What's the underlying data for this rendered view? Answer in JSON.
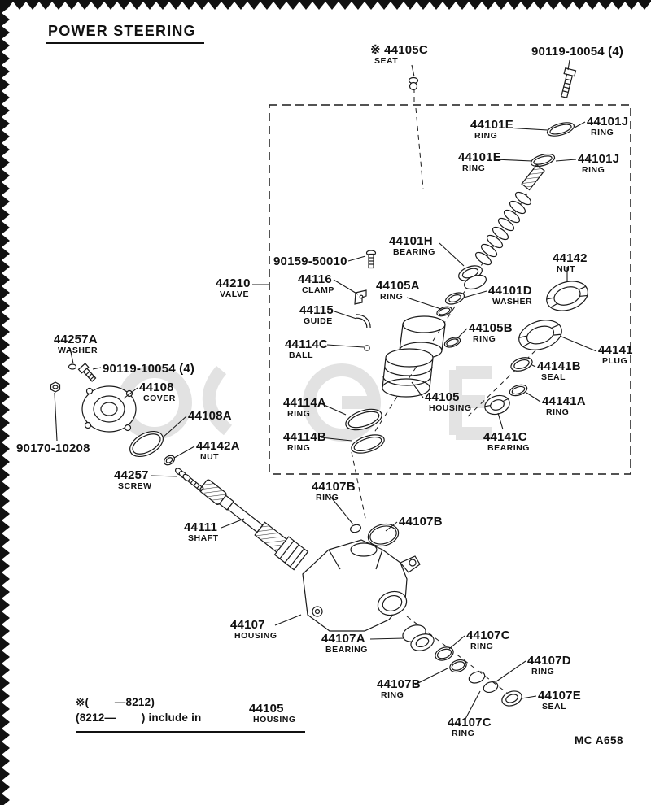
{
  "page": {
    "title": "POWER STEERING",
    "footer_code": "MC  A658",
    "note_line1": "※(        —8212)",
    "note_line2": "(8212—        ) include in",
    "note_part": "44105",
    "note_sub": "HOUSING"
  },
  "diagram": {
    "line_color": "#1a1a1a",
    "watermark_color": "#cccccc"
  },
  "labels": [
    {
      "part": "※ 44105C",
      "sub": "SEAT"
    },
    {
      "part": "90119-10054 (4)",
      "sub": ""
    },
    {
      "part": "44101E",
      "sub": "RING"
    },
    {
      "part": "44101J",
      "sub": "RING"
    },
    {
      "part": "44101E",
      "sub": "RING"
    },
    {
      "part": "44101J",
      "sub": "RING"
    },
    {
      "part": "44101H",
      "sub": "BEARING"
    },
    {
      "part": "90159-50010",
      "sub": ""
    },
    {
      "part": "44210",
      "sub": "VALVE"
    },
    {
      "part": "44116",
      "sub": "CLAMP"
    },
    {
      "part": "44105A",
      "sub": "RING"
    },
    {
      "part": "44101D",
      "sub": "WASHER"
    },
    {
      "part": "44142",
      "sub": "NUT"
    },
    {
      "part": "44115",
      "sub": "GUIDE"
    },
    {
      "part": "44105B",
      "sub": "RING"
    },
    {
      "part": "44114C",
      "sub": "BALL"
    },
    {
      "part": "44141",
      "sub": "PLUG"
    },
    {
      "part": "44141B",
      "sub": "SEAL"
    },
    {
      "part": "44257A",
      "sub": "WASHER"
    },
    {
      "part": "90119-10054 (4)",
      "sub": ""
    },
    {
      "part": "44108",
      "sub": "COVER"
    },
    {
      "part": "44105",
      "sub": "HOUSING"
    },
    {
      "part": "44141A",
      "sub": "RING"
    },
    {
      "part": "44108A",
      "sub": ""
    },
    {
      "part": "44114A",
      "sub": "RING"
    },
    {
      "part": "44141C",
      "sub": "BEARING"
    },
    {
      "part": "90170-10208",
      "sub": ""
    },
    {
      "part": "44142A",
      "sub": "NUT"
    },
    {
      "part": "44114B",
      "sub": "RING"
    },
    {
      "part": "44257",
      "sub": "SCREW"
    },
    {
      "part": "44107B",
      "sub": "RING"
    },
    {
      "part": "44107B",
      "sub": ""
    },
    {
      "part": "44111",
      "sub": "SHAFT"
    },
    {
      "part": "44107",
      "sub": "HOUSING"
    },
    {
      "part": "44107A",
      "sub": "BEARING"
    },
    {
      "part": "44107C",
      "sub": "RING"
    },
    {
      "part": "44107D",
      "sub": "RING"
    },
    {
      "part": "44107B",
      "sub": "RING"
    },
    {
      "part": "44107E",
      "sub": "SEAL"
    },
    {
      "part": "44107C",
      "sub": "RING"
    }
  ]
}
